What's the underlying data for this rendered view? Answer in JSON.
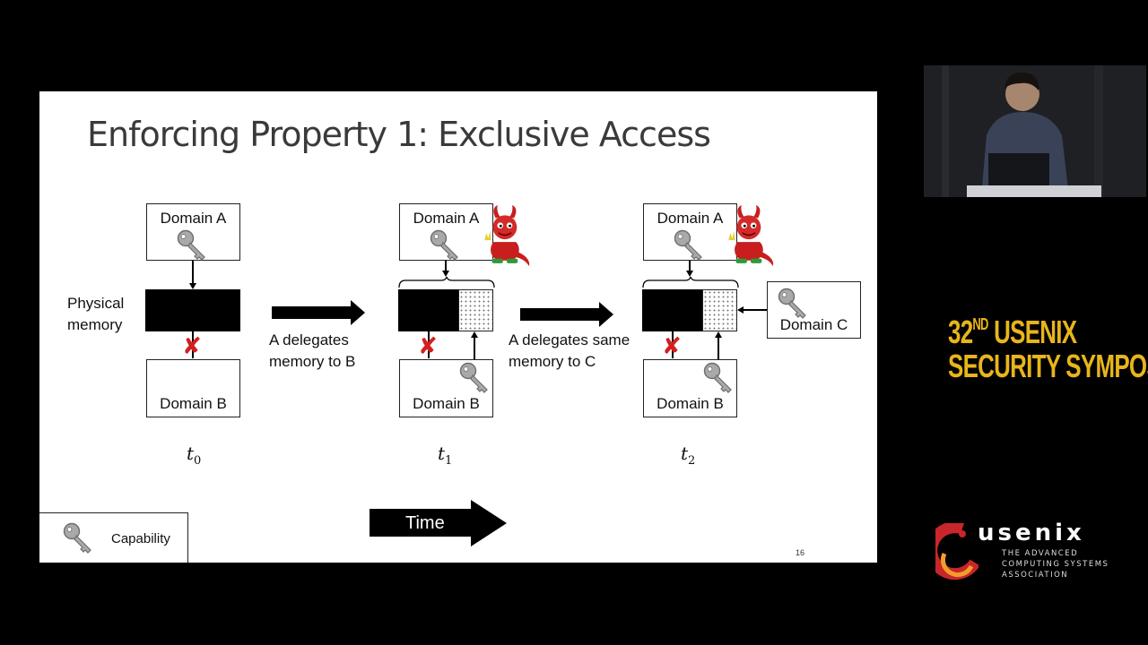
{
  "slide": {
    "title": "Enforcing Property 1: Exclusive Access",
    "page_number": "16",
    "physical_memory_line1": "Physical",
    "physical_memory_line2": "memory",
    "domain_a": "Domain A",
    "domain_b": "Domain B",
    "domain_c": "Domain C",
    "t0": "t",
    "t0_sub": "0",
    "t1": "t",
    "t1_sub": "1",
    "t2": "t",
    "t2_sub": "2",
    "step1_line1": "A delegates",
    "step1_line2": "memory to B",
    "step2_line1": "A delegates same",
    "step2_line2": "memory to C",
    "time_label": "Time",
    "legend_label": "Capability"
  },
  "branding": {
    "conference_line1_num": "32",
    "conference_line1_sup": "ND",
    "conference_line1_word": "USENIX",
    "conference_line2": "Security Symposium",
    "org_name": "usenix",
    "org_sub1": "THE ADVANCED",
    "org_sub2": "COMPUTING SYSTEMS",
    "org_sub3": "ASSOCIATION",
    "accent_color": "#e8b51a",
    "logo_color": "#c8262a"
  },
  "icons": {
    "capability": "key-icon",
    "attacker": "devil-icon",
    "denied": "cross-icon"
  }
}
